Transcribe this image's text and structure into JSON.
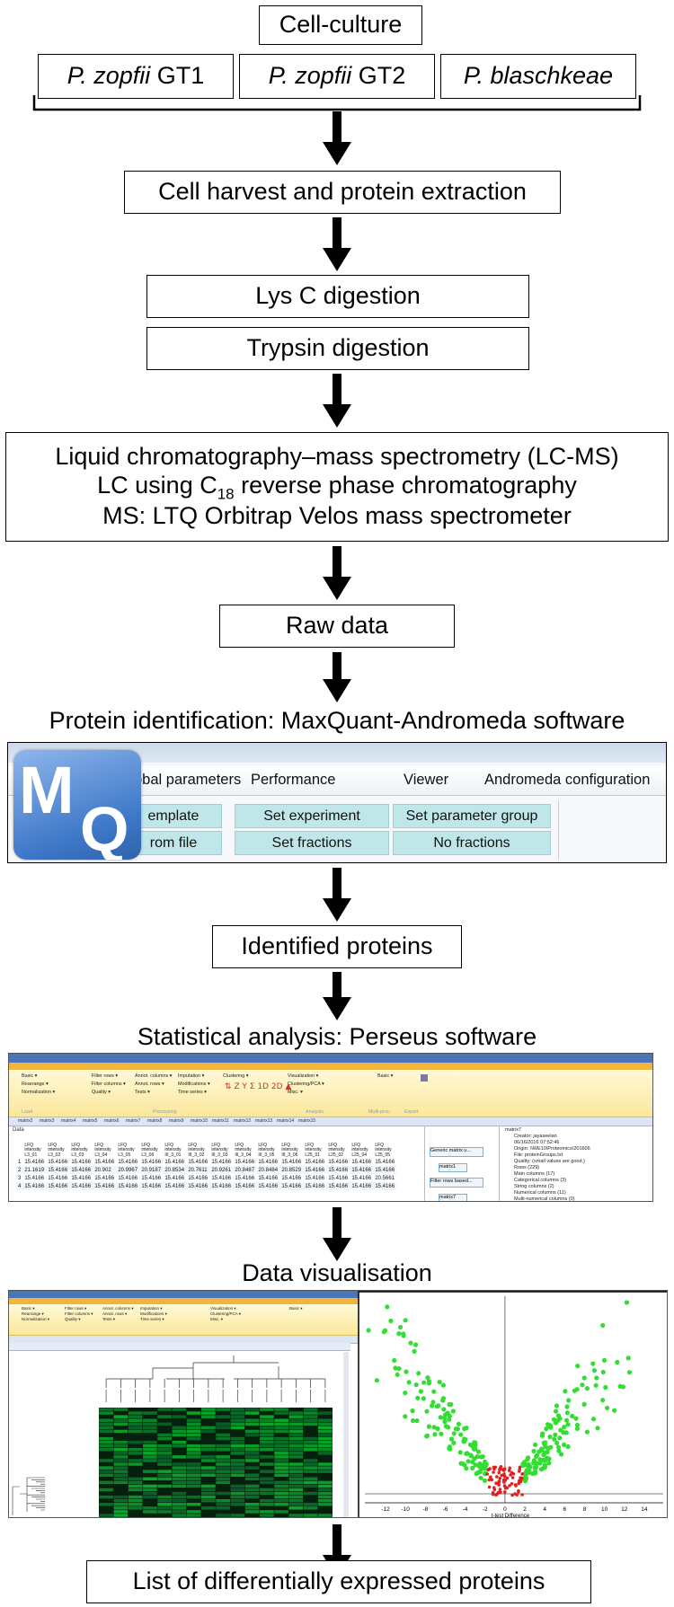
{
  "steps": {
    "cell_culture": "Cell-culture",
    "strains": [
      {
        "italic": "P. zopfii",
        "rest": " GT1"
      },
      {
        "italic": "P. zopfii",
        "rest": " GT2"
      },
      {
        "italic": "P. blaschkeae",
        "rest": ""
      }
    ],
    "harvest": "Cell harvest and protein extraction",
    "lysc": "Lys C digestion",
    "trypsin": "Trypsin digestion",
    "lcms_line1": "Liquid chromatography–mass spectrometry (LC-MS)",
    "lcms_line2_pre": "LC using C",
    "lcms_line2_sub": "18",
    "lcms_line2_post": " reverse phase chromatography",
    "lcms_line3": "MS: LTQ Orbitrap Velos mass spectrometer",
    "raw": "Raw data",
    "protein_id_caption": "Protein identification: MaxQuant-Andromeda software",
    "identified": "Identified proteins",
    "stats_caption": "Statistical analysis: Perseus software",
    "viz_caption": "Data visualisation",
    "final": "List of differentially expressed proteins"
  },
  "maxquant": {
    "logo_m": "M",
    "logo_q": "Q",
    "menu": [
      "obal parameters",
      "Performance",
      "Viewer",
      "Andromeda configuration"
    ],
    "buttons_row1": [
      "emplate",
      "Set experiment",
      "Set parameter group"
    ],
    "buttons_row2": [
      "rom file",
      "Set fractions",
      "No fractions"
    ]
  },
  "perseus_stats": {
    "ribbon_col1": [
      "Basic ▾",
      "Rearrange ▾",
      "Normalization ▾"
    ],
    "ribbon_col2": [
      "Filter rows ▾",
      "Filter columns ▾",
      "Quality ▾"
    ],
    "ribbon_col3": [
      "Annot. columns ▾",
      "Annot. rows ▾",
      "Tests ▾"
    ],
    "ribbon_col4": [
      "Imputation ▾",
      "Modifications ▾",
      "Time series ▾"
    ],
    "ribbon_col5": [
      "Clustering ▾",
      "",
      ""
    ],
    "ribbon_col6": [
      "Visualization ▾",
      "Clustering/PCA ▾",
      "Misc. ▾"
    ],
    "ribbon_col7": [
      "Basic ▾"
    ],
    "groups": [
      "Load",
      "Processing",
      "Analysis",
      "Multi-proc.",
      "Export"
    ],
    "tabs": [
      "matrix2",
      "matrix3",
      "matrix4",
      "matrix5",
      "matrix6",
      "matrix7",
      "matrix8",
      "matrix9",
      "matrix10",
      "matrix11",
      "matrix12",
      "matrix13",
      "matrix14",
      "matrix15"
    ],
    "table_headers": [
      "LFQ intensity L3_01",
      "LFQ intensity L3_02",
      "LFQ intensity L3_03",
      "LFQ intensity L3_04",
      "LFQ intensity L3_05",
      "LFQ intensity L3_06",
      "LFQ intensity III_3_01",
      "LFQ intensity III_3_02",
      "LFQ intensity III_3_03",
      "LFQ intensity III_3_04",
      "LFQ intensity III_3_05",
      "LFQ intensity III_3_06",
      "LFQ intensity L25_01",
      "LFQ intensity L25_02",
      "LFQ intensity L25_04",
      "LFQ intensity L25_05"
    ],
    "rows": [
      {
        "id": "1",
        "vals": [
          "15.4166",
          "15.4166",
          "15.4166",
          "15.4166",
          "15.4166",
          "15.4166",
          "15.4166",
          "15.4166",
          "15.4166",
          "15.4166",
          "15.4166",
          "15.4166",
          "15.4166",
          "15.4166",
          "15.4166",
          "15.4166"
        ]
      },
      {
        "id": "2",
        "vals": [
          "21.1619",
          "15.4166",
          "15.4166",
          "20.902",
          "20.9967",
          "20.9187",
          "20.8534",
          "20.7611",
          "20.9261",
          "20.8487",
          "20.8484",
          "20.8529",
          "15.4166",
          "15.4166",
          "15.4166",
          "15.4166"
        ]
      },
      {
        "id": "3",
        "vals": [
          "15.4166",
          "15.4166",
          "15.4166",
          "15.4166",
          "15.4166",
          "15.4166",
          "15.4166",
          "15.4166",
          "15.4166",
          "15.4166",
          "15.4166",
          "15.4166",
          "15.4166",
          "15.4166",
          "15.4166",
          "20.5661"
        ]
      },
      {
        "id": "4",
        "vals": [
          "15.4166",
          "15.4166",
          "15.4166",
          "15.4166",
          "15.4166",
          "15.4166",
          "15.4166",
          "15.4166",
          "15.4166",
          "15.4166",
          "15.4166",
          "15.4166",
          "15.4166",
          "15.4166",
          "15.4166",
          "15.4166"
        ]
      }
    ],
    "workflow": [
      "Generic matrix u...",
      "matrix1",
      "Filter rows based...",
      "matrix7"
    ],
    "info": [
      "matrix7",
      "Creator: jayaseelan",
      "06/16/2016 07:52:46",
      "Origin: \\\\WE10\\Proteomics\\201606",
      "File: proteinGroups.txt",
      "Quality: (small values are good.)",
      "Rows (229)",
      "Main columns (17)",
      "Categorical columns (3)",
      "String columns (2)",
      "Numerical columns (11)",
      "Multi-numerical columns (0)"
    ]
  },
  "volcano": {
    "x_ticks": [
      "-12",
      "-10",
      "-8",
      "-6",
      "-4",
      "-2",
      "0",
      "2",
      "4",
      "6",
      "8",
      "10",
      "12",
      "14"
    ],
    "x_label": "t-test Difference"
  },
  "colors": {
    "bracket": "#000000",
    "mq_button": "#bfe7ea",
    "volcano_up": "#33dd33",
    "volcano_ns": "#e02020",
    "heatmap_bg": "#0a2a12"
  }
}
